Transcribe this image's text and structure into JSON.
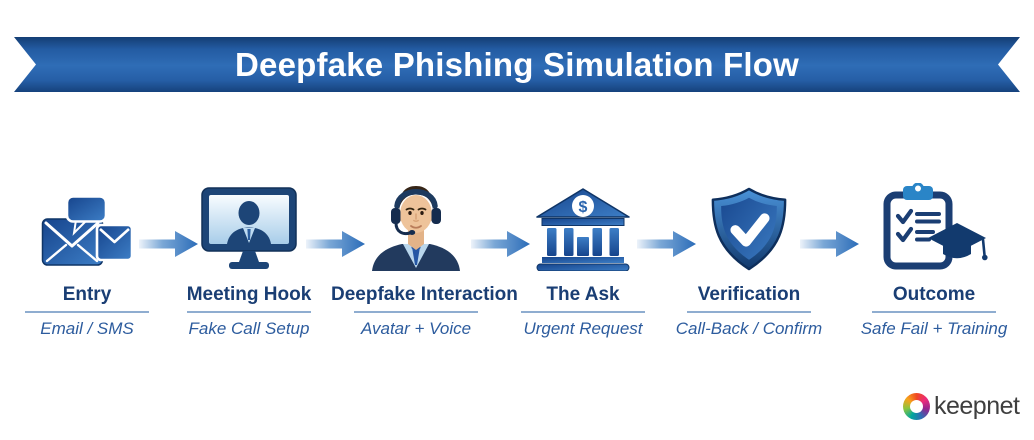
{
  "banner": {
    "title": "Deepfake Phishing Simulation Flow",
    "ribbon_color": "#2f6db6"
  },
  "steps": [
    {
      "title": "Entry",
      "subtitle": "Email / SMS",
      "icon": "email-sms-icon"
    },
    {
      "title": "Meeting Hook",
      "subtitle": "Fake Call Setup",
      "icon": "video-call-monitor-icon"
    },
    {
      "title": "Deepfake Interaction",
      "subtitle": "Avatar + Voice",
      "icon": "deepfake-avatar-headset-icon"
    },
    {
      "title": "The Ask",
      "subtitle": "Urgent Request",
      "icon": "bank-dollar-icon"
    },
    {
      "title": "Verification",
      "subtitle": "Call-Back / Confirm",
      "icon": "shield-check-icon"
    },
    {
      "title": "Outcome",
      "subtitle": "Safe Fail + Training",
      "icon": "checklist-graduation-cap-icon"
    }
  ],
  "arrows": {
    "count": 5,
    "icon": "right-arrow-icon",
    "color": "#2b6cb8"
  },
  "logo": {
    "text": "keepnet",
    "icon": "keepnet-pinwheel-icon"
  },
  "colors": {
    "step_title": "#1a3e74",
    "step_subtitle": "#2d5c9e",
    "icon_blue_dark": "#16448c",
    "icon_blue_light": "#3d7ec6"
  }
}
